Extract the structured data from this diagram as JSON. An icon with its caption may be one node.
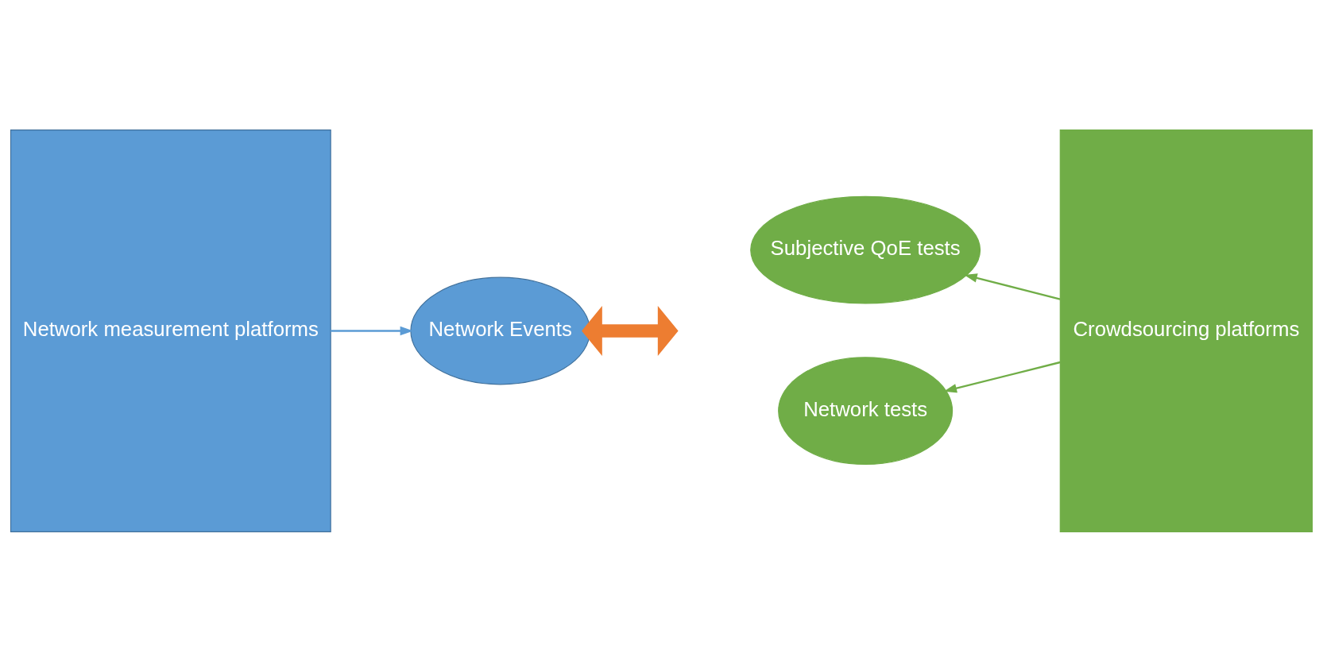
{
  "diagram": {
    "nodes": [
      {
        "text": [
          "Network measurement platforms"
        ]
      },
      {
        "text": [
          "Network Events"
        ]
      },
      {
        "text": [
          "Subjective QoE tests"
        ]
      },
      {
        "text": [
          "Network tests"
        ]
      },
      {
        "text": [
          "Crowdsourcing platforms"
        ]
      }
    ],
    "edges": [
      {
        "from": 0,
        "to": 1,
        "arrow": "to",
        "color": "#5b9bd5"
      },
      {
        "from": 1,
        "to": null,
        "arrow": "both",
        "style": "thick",
        "color": "#ed7d31"
      },
      {
        "from": 4,
        "to": 2,
        "arrow": "to",
        "color": "#70ad47"
      },
      {
        "from": 4,
        "to": 3,
        "arrow": "to",
        "color": "#70ad47"
      }
    ]
  }
}
